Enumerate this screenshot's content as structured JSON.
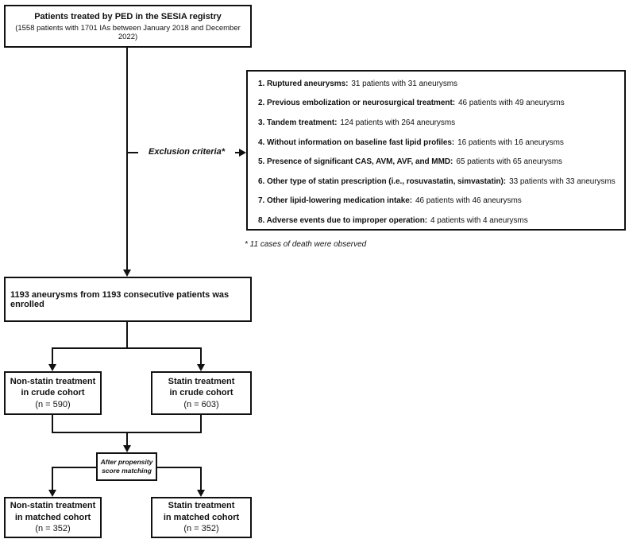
{
  "top_box": {
    "title": "Patients treated by PED in the SESIA registry",
    "subtitle": "(1558 patients with 1701 IAs between January 2018 and December 2022)"
  },
  "exclusion": {
    "connector_label": "Exclusion criteria*",
    "items": [
      {
        "label": "1. Ruptured aneurysms:",
        "detail": "31 patients with 31 aneurysms"
      },
      {
        "label": "2. Previous embolization or neurosurgical treatment:",
        "detail": "46 patients with 49 aneurysms"
      },
      {
        "label": "3. Tandem treatment:",
        "detail": "124 patients with 264 aneurysms"
      },
      {
        "label": "4. Without information on baseline fast lipid profiles:",
        "detail": "16 patients with 16 aneurysms"
      },
      {
        "label": "5. Presence of significant CAS, AVM, AVF, and MMD:",
        "detail": "65 patients with 65 aneurysms"
      },
      {
        "label": "6. Other type of statin prescription (i.e., rosuvastatin, simvastatin):",
        "detail": "33 patients with 33 aneurysms"
      },
      {
        "label": "7. Other lipid-lowering medication intake:",
        "detail": "46 patients with 46 aneurysms"
      },
      {
        "label": "8. Adverse events due to improper operation:",
        "detail": "4 patients with 4 aneurysms"
      }
    ],
    "footnote": "* 11 cases of death were observed"
  },
  "enrolled_box": {
    "text": "1193 aneurysms from 1193 consecutive patients was enrolled"
  },
  "crude_left": {
    "lines": [
      "Non-statin treatment",
      "in crude cohort",
      "(n = 590)"
    ]
  },
  "crude_right": {
    "lines": [
      "Statin treatment",
      "in crude cohort",
      "(n = 603)"
    ]
  },
  "matching_box": {
    "lines": [
      "After propensity",
      "score matching"
    ]
  },
  "matched_left": {
    "lines": [
      "Non-statin treatment",
      "in matched cohort",
      "(n = 352)"
    ]
  },
  "matched_right": {
    "lines": [
      "Statin treatment",
      "in matched cohort",
      "(n = 352)"
    ]
  },
  "colors": {
    "line": "#111111",
    "text": "#111111",
    "background": "#ffffff"
  }
}
